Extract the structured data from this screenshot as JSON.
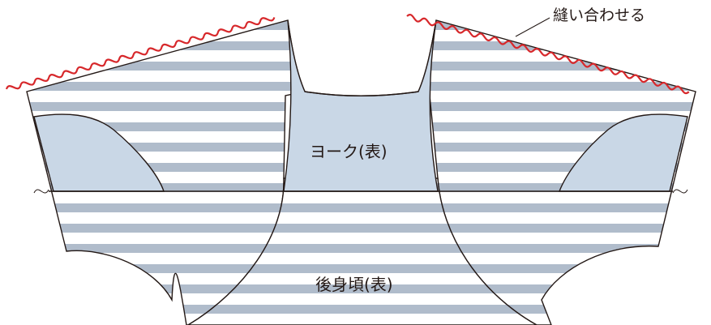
{
  "labels": {
    "sew_together": "縫い合わせる",
    "yoke_front": "ヨーク(表)",
    "back_body_front": "後身頃(表)"
  },
  "colors": {
    "stripe": "#b0bccb",
    "yoke_fill": "#c9d7e6",
    "outline": "#231815",
    "seam_stitch": "#d7282b",
    "background": "#ffffff"
  }
}
